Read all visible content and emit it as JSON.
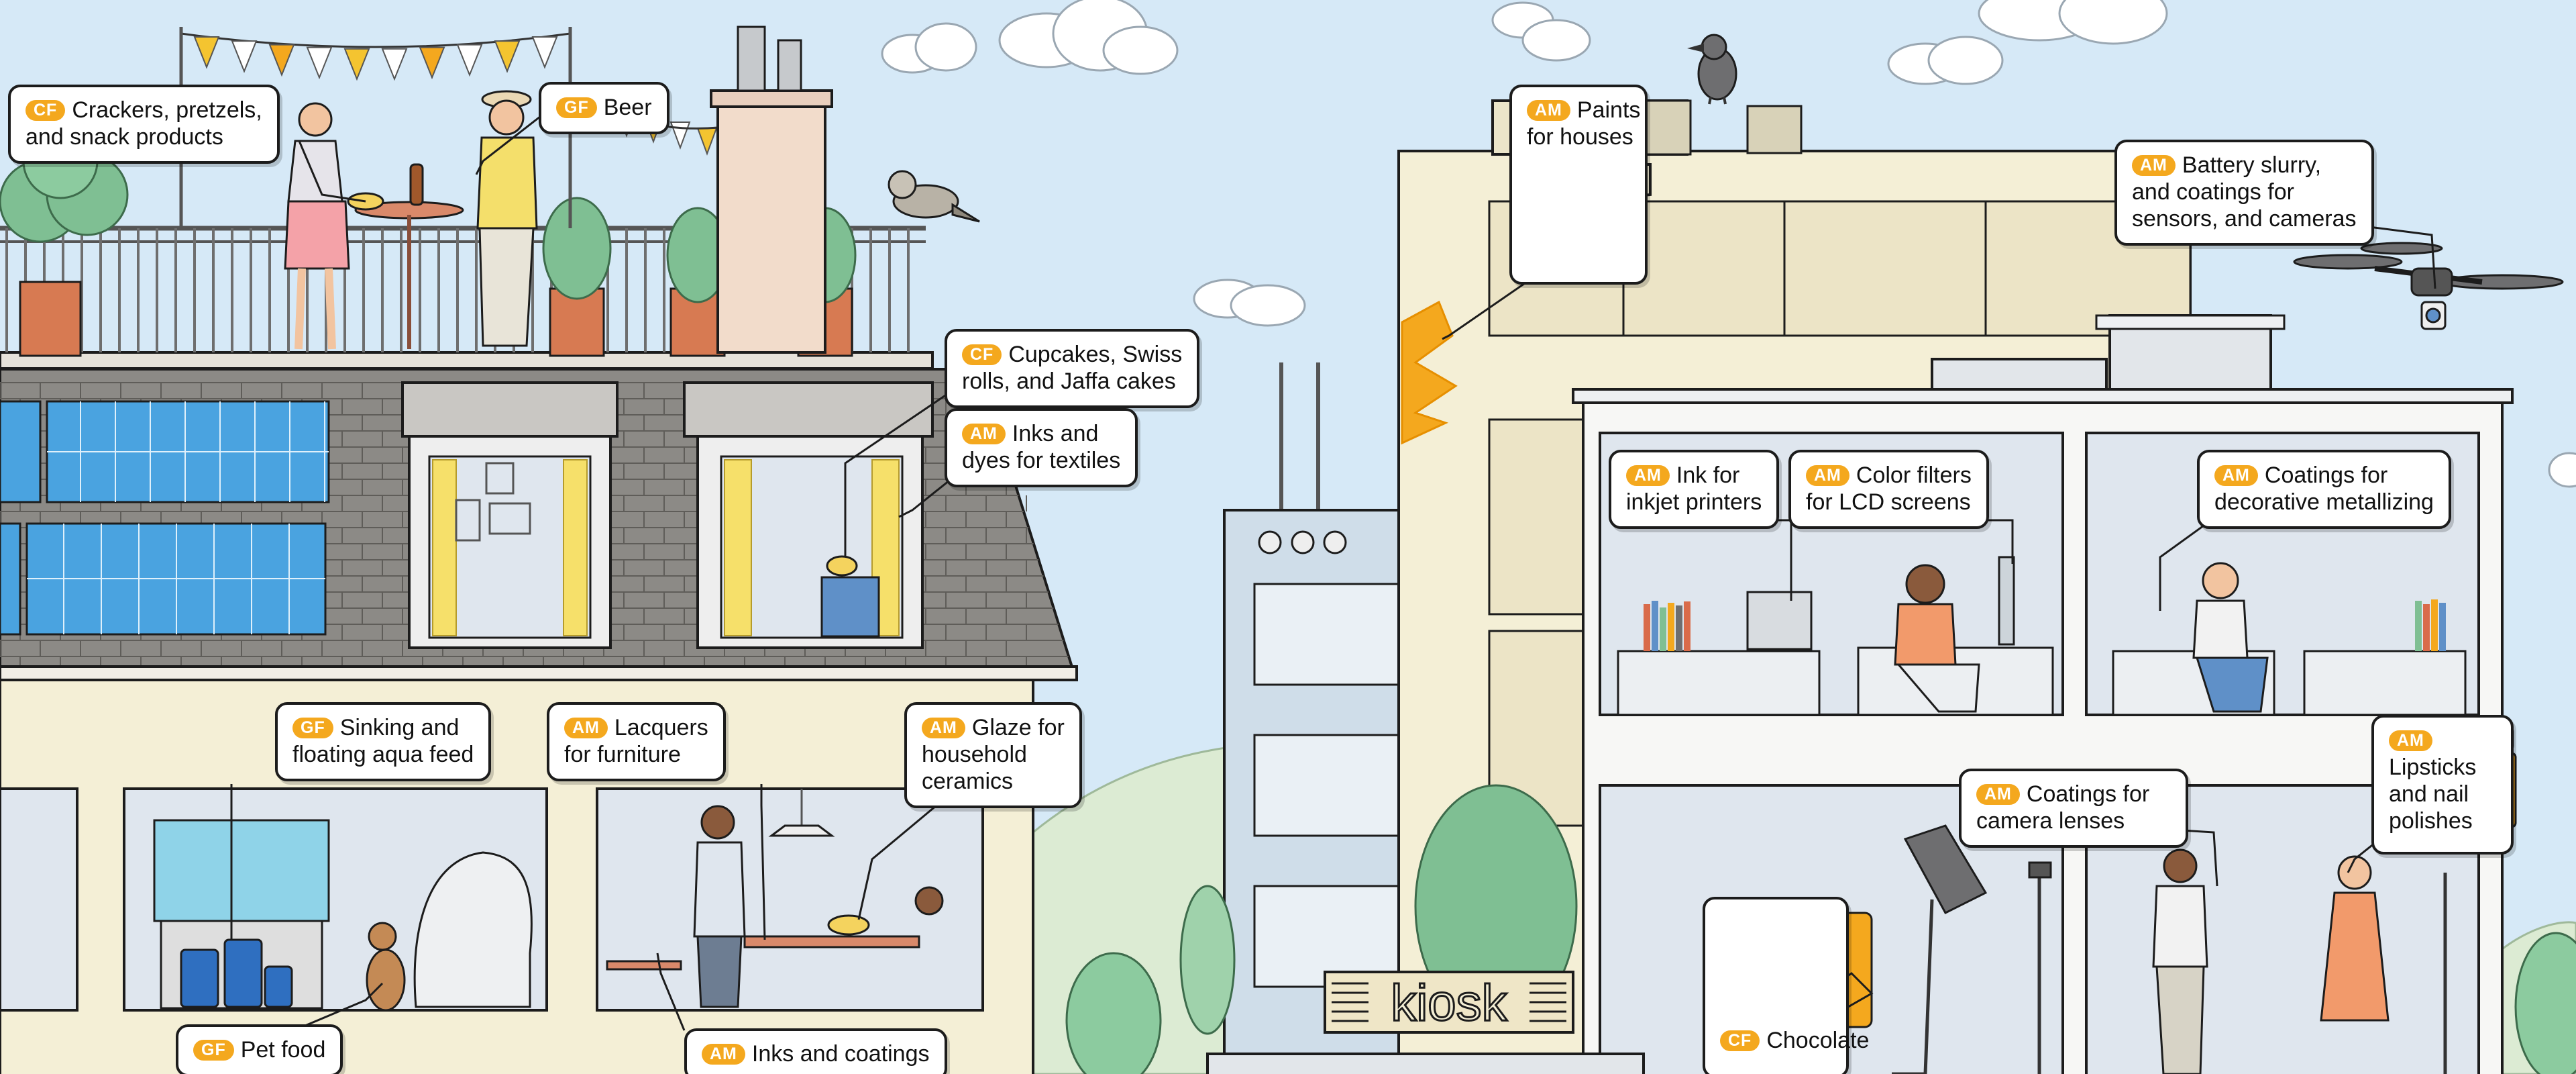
{
  "colors": {
    "sky": "#d6e9f7",
    "tag": "#f4a81e",
    "wall_cream": "#f4efd6",
    "wall_blue": "#cfdde9",
    "roof": "#8c8a86",
    "solar": "#4aa3e0",
    "tree": "#7fbf93",
    "hill": "#d9ebcf",
    "outline": "#1c1c1c"
  },
  "labels": {
    "crackers": {
      "tag": "CF",
      "lines": [
        "Crackers, pretzels,",
        "and snack products"
      ]
    },
    "beer": {
      "tag": "GF",
      "lines": [
        "Beer"
      ]
    },
    "cupcakes": {
      "tag": "CF",
      "lines": [
        "Cupcakes, Swiss",
        "rolls, and Jaffa cakes"
      ]
    },
    "inks_textiles": {
      "tag": "AM",
      "lines": [
        "Inks and",
        "dyes for textiles"
      ]
    },
    "aqua_feed": {
      "tag": "GF",
      "lines": [
        "Sinking and",
        "floating aqua feed"
      ]
    },
    "lacquers": {
      "tag": "AM",
      "lines": [
        "Lacquers",
        "for furniture"
      ]
    },
    "glaze": {
      "tag": "AM",
      "lines": [
        "Glaze for",
        "household",
        "ceramics"
      ]
    },
    "pet_food": {
      "tag": "GF",
      "lines": [
        "Pet food"
      ]
    },
    "inks_food": {
      "tag": "AM",
      "lines": [
        "Inks and coatings"
      ]
    },
    "paints": {
      "tag": "AM",
      "lines": [
        "Paints",
        "for houses"
      ]
    },
    "battery": {
      "tag": "AM",
      "lines": [
        "Battery slurry,",
        "and coatings for",
        "sensors, and cameras"
      ]
    },
    "inkjet": {
      "tag": "AM",
      "lines": [
        "Ink for",
        "inkjet printers"
      ]
    },
    "lcd": {
      "tag": "AM",
      "lines": [
        "Color filters",
        "for LCD screens"
      ]
    },
    "metallizing": {
      "tag": "AM",
      "lines": [
        "Coatings for",
        "decorative metallizing"
      ]
    },
    "lenses": {
      "tag": "AM",
      "lines": [
        "Coatings for",
        "camera lenses"
      ]
    },
    "lipsticks": {
      "tag": "AM",
      "lines": [
        "Lipsticks",
        "and nail",
        "polishes"
      ]
    },
    "chocolate": {
      "tag": "CF",
      "lines": [
        "Chocolate"
      ]
    }
  },
  "kiosk_sign": "kiosk",
  "icons": [
    "paint-roller-icon",
    "lipstick-icon",
    "lens-icon",
    "chocolate-icon",
    "drone-icon",
    "crow-icon",
    "sparrow-icon"
  ]
}
